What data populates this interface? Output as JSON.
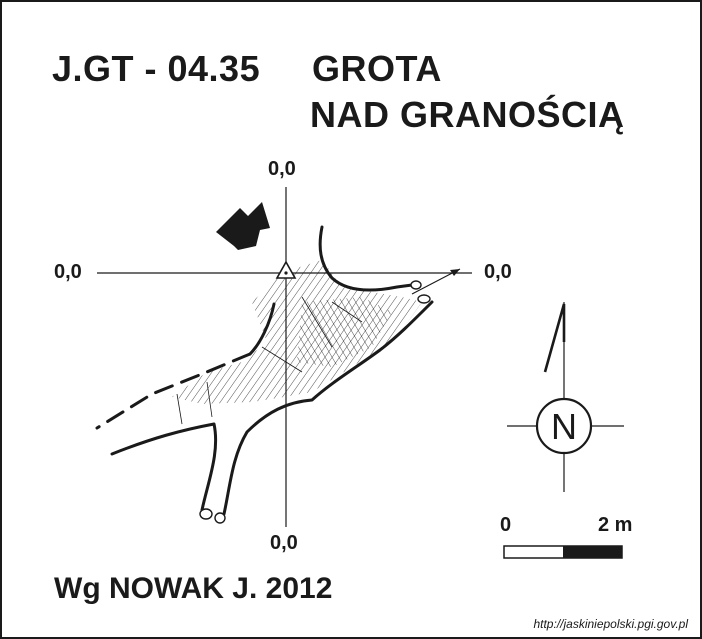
{
  "title": {
    "code": "J.GT - 04.35",
    "name_line1": "GROTA",
    "name_line2": "NAD GRANOŚCIĄ"
  },
  "coordinates": {
    "top": "0,0",
    "left": "0,0",
    "right": "0,0",
    "bottom": "0,0"
  },
  "scale": {
    "start_label": "0",
    "end_label": "2 m"
  },
  "north_label": "N",
  "author": "Wg NOWAK J. 2012",
  "source": "http://jaskiniepolski.pgi.gov.pl",
  "colors": {
    "ink": "#1a1a1a",
    "background": "#ffffff"
  },
  "icons": [
    "entrance-arrow-icon",
    "survey-point-triangle-icon",
    "north-compass-icon"
  ]
}
